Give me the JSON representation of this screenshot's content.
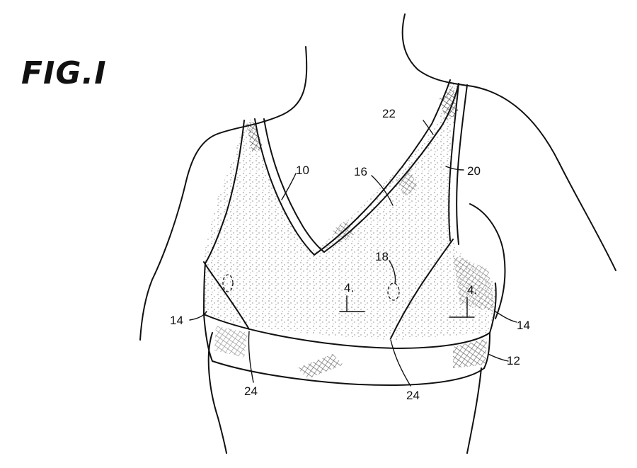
{
  "figure": {
    "title": "FIG.I"
  },
  "labels": {
    "l10": "10",
    "l12": "12",
    "l14_left": "14",
    "l14_right": "14",
    "l16": "16",
    "l18": "18",
    "l20": "20",
    "l22": "22",
    "l24_left": "24",
    "l24_right": "24",
    "l4_left": "4.",
    "l4_right": "4."
  }
}
